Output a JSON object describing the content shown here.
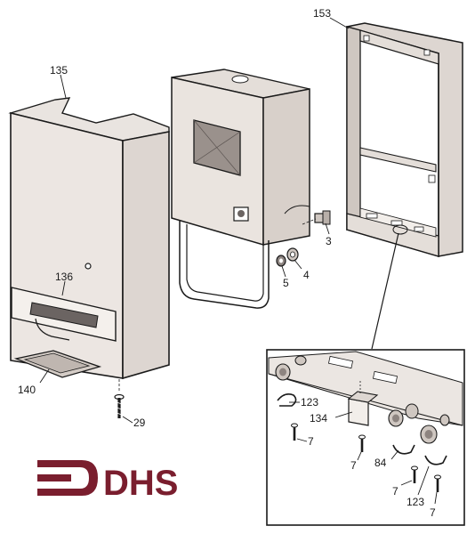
{
  "labels": {
    "p153": "153",
    "p135": "135",
    "p136": "136",
    "p140": "140",
    "p29": "29",
    "p3": "3",
    "p4": "4",
    "p5": "5",
    "p123a": "123",
    "p134": "134",
    "p7a": "7",
    "p7b": "7",
    "p84": "84",
    "p7c": "7",
    "p123b": "123",
    "p7d": "7"
  },
  "logo": {
    "text": "DHS",
    "color": "#7a1e2e"
  }
}
